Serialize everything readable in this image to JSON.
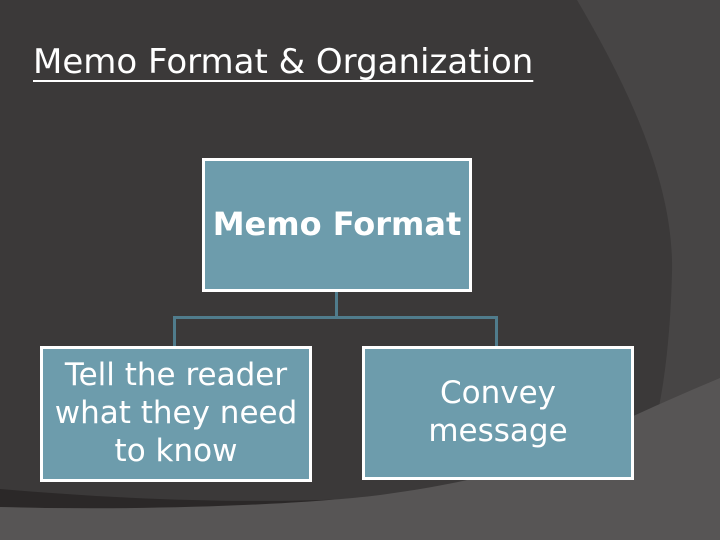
{
  "colors": {
    "bg_dark": "#3b3939",
    "bg_right_panel": "#474545",
    "bg_bottom_band": "#575555",
    "bg_shadow_arc": "#2b2828",
    "node_fill": "#6d9cac",
    "node_border": "#ffffff",
    "connector": "#507c8c",
    "text": "#ffffff"
  },
  "slide": {
    "title": "Memo Format & Organization"
  },
  "diagram": {
    "root": {
      "label": "Memo Format"
    },
    "children": [
      {
        "label": "Tell the reader\nwhat they need\nto know"
      },
      {
        "label": "Convey\nmessage"
      }
    ]
  }
}
